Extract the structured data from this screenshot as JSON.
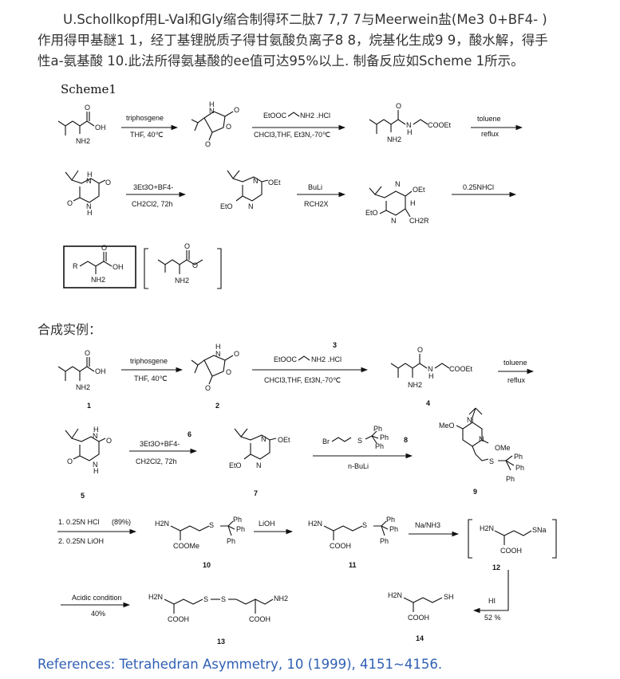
{
  "intro": {
    "line1": "U.Schollkopf用L-Val和Gly缩合制得环二肽7 7,7 7与Meerwein盐(Me3 0+BF4- )",
    "line2": "作用得甲基醚1 1，经丁基锂脱质子得甘氨酸负离子8 8，烷基化生成9 9，酸水解，得手",
    "line3": "性a-氨基酸 10.此法所得氨基酸的ee值可达95%以上. 制备反应如Scheme 1所示。"
  },
  "scheme_title": "Scheme1",
  "example_title": "合成实例：",
  "references": "References: Tetrahedran Asymmetry, 10 (1999), 4151~4156.",
  "scheme1": {
    "r1_cond1_top": "triphosgene",
    "r1_cond1_bottom": "THF, 40℃",
    "r1_cond2_top_a": "EtOOC",
    "r1_cond2_top_b": "NH2 .HCl",
    "r1_cond2_bottom": "CHCl3,THF, Et3N,-70℃",
    "r1_cond3_top": "toluene",
    "r1_cond3_bottom": "reflux",
    "r2_cond1_top": "3Et3O+BF4-",
    "r2_cond1_bottom": "CH2Cl2, 72h",
    "r2_cond2_top": "BuLi",
    "r2_cond2_bottom": "RCH2X",
    "r2_cond3_top": "0.25NHCl",
    "val_oh": "OH",
    "val_o": "O",
    "val_nh2": "NH2",
    "nca_h": "H",
    "nca_n": "N",
    "nca_o": "O",
    "amide_coo": "COOEt",
    "amide_nh": "N",
    "amide_h": "H",
    "dkp_h": "H",
    "dkp_n": "N",
    "dkp_o": "O",
    "ether_oet": "OEt",
    "ether_eto": "EtO",
    "ether_n": "N",
    "alk_h": "H",
    "alk_ch2r": "CH2R",
    "prod_r": "R",
    "prod_oh": "OH",
    "prod_o": "O",
    "prod_nh2": "NH2",
    "ester_o": "O",
    "ester_nh2": "NH2"
  },
  "example": {
    "c1_top": "triphosgene",
    "c1_bottom": "THF, 40℃",
    "c2_num": "3",
    "c2_top_a": "EtOOC",
    "c2_top_b": "NH2 .HCl",
    "c2_bottom": "CHCl3,THF, Et3N,-70℃",
    "c3_top": "toluene",
    "c3_bottom": "reflux",
    "c4_num": "6",
    "c4_top": "3Et3O+BF4-",
    "c4_bottom": "CH2Cl2, 72h",
    "c5_num": "8",
    "c5_br": "Br",
    "c5_s": "S",
    "c5_ph": "Ph",
    "c5_bottom": "n-BuLi",
    "c6_line1": "1. 0.25N HCl",
    "c6_yield": "(89%)",
    "c6_line2": "2. 0.25N LiOH",
    "c7_top": "LiOH",
    "c8_top": "Na/NH3",
    "c9_top": "HI",
    "c9_bottom": "52 %",
    "c10_top": "Acidic condition",
    "c10_bottom": "40%",
    "cmpd_labels": [
      "1",
      "2",
      "4",
      "5",
      "7",
      "9",
      "10",
      "11",
      "12",
      "13",
      "14"
    ],
    "meo": "MeO",
    "ome": "OMe",
    "h2n": "H2N",
    "cooh": "COOH",
    "coome": "COOMe",
    "sna": "SNa",
    "sh": "SH",
    "s": "S",
    "ph": "Ph",
    "oet": "OEt",
    "eto": "EtO",
    "nh2": "NH2"
  }
}
